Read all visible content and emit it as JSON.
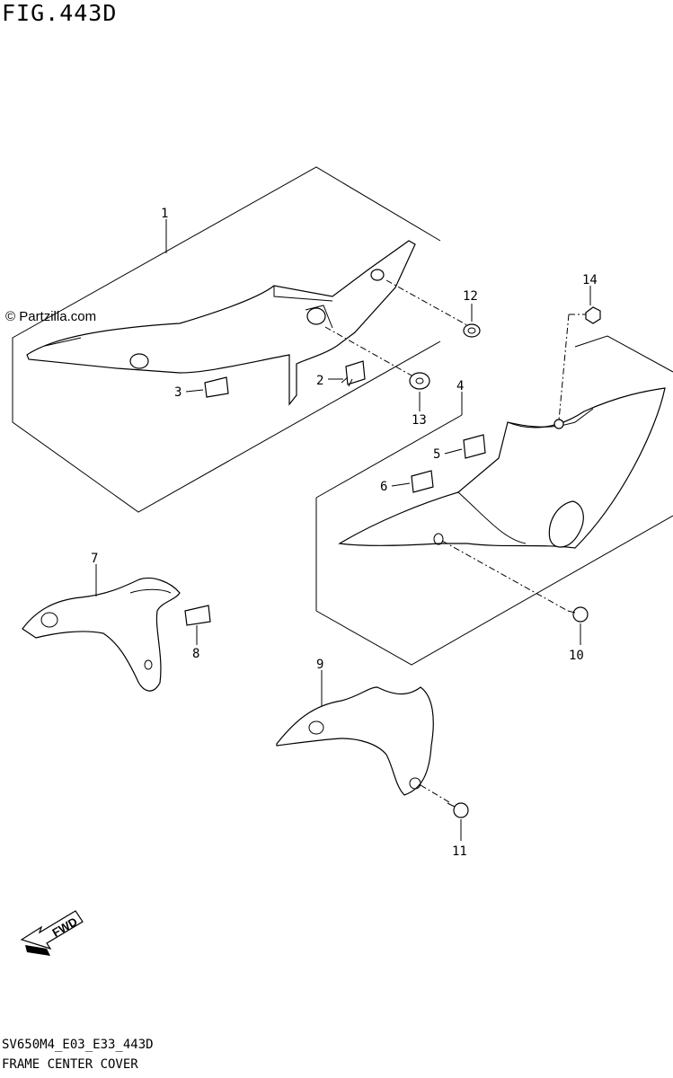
{
  "figure": {
    "title": "FIG.443D"
  },
  "watermark": "© Partzilla.com",
  "footer": {
    "code": "SV650M4_E03_E33_443D",
    "name": "FRAME CENTER COVER"
  },
  "fwd_label": "FWD",
  "callouts": [
    "1",
    "2",
    "3",
    "4",
    "5",
    "6",
    "7",
    "8",
    "9",
    "10",
    "11",
    "12",
    "13",
    "14"
  ]
}
